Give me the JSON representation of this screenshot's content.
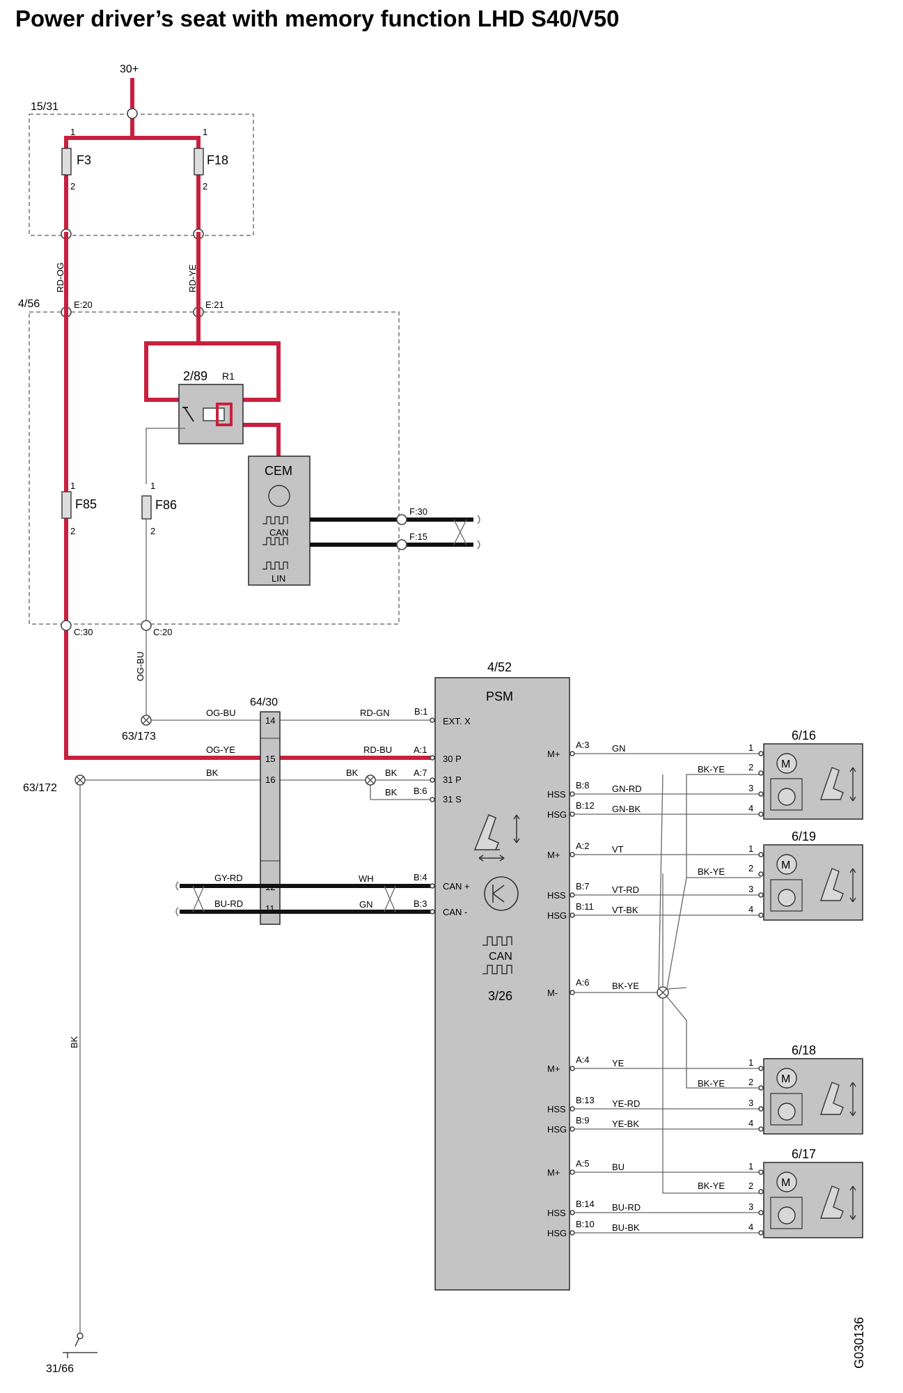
{
  "title": "Power driver’s seat with memory function LHD S40/V50",
  "doc_code": "G030136",
  "supply": "30+",
  "ground_point": "31/66",
  "fusebox": {
    "id": "15/31",
    "fuses": [
      {
        "name": "F3",
        "pin_in": "1",
        "pin_out": "2"
      },
      {
        "name": "F18",
        "pin_in": "1",
        "pin_out": "2"
      }
    ]
  },
  "wires_top": [
    "RD-OG",
    "RD-YE"
  ],
  "rem": {
    "id": "4/56",
    "conn_e20": "E:20",
    "conn_e21": "E:21",
    "relay_id": "2/89",
    "relay_name": "R1",
    "cem_label": "CEM",
    "can_label": "CAN",
    "lin_label": "LIN",
    "f30": "F:30",
    "f15": "F:15",
    "fuses": [
      {
        "name": "F85",
        "pin_in": "1",
        "pin_out": "2"
      },
      {
        "name": "F86",
        "pin_in": "1",
        "pin_out": "2"
      }
    ],
    "conn_c30": "C:30",
    "conn_c20": "C:20"
  },
  "og_bu_vert": "OG-BU",
  "bk_vert": "BK",
  "splice_173": "63/173",
  "splice_172": "63/172",
  "conn_block": {
    "id": "64/30",
    "pins": [
      "14",
      "15",
      "16",
      "12",
      "11"
    ]
  },
  "left_wires": {
    "og_bu": "OG-BU",
    "og_ye": "OG-YE",
    "bk": "BK",
    "gy_rd": "GY-RD",
    "bu_rd": "BU-RD"
  },
  "psm": {
    "id": "4/52",
    "name": "PSM",
    "sub_id": "3/26",
    "can_label": "CAN",
    "inputs": [
      {
        "wire": "RD-GN",
        "pin": "B:1",
        "label": "EXT. X"
      },
      {
        "wire": "RD-BU",
        "pin": "A:1",
        "label": "30 P"
      },
      {
        "wire": "BK",
        "wire2": "BK",
        "pin": "A:7",
        "label": "31 P"
      },
      {
        "wire": "BK",
        "pin": "B:6",
        "label": "31 S"
      },
      {
        "wire": "WH",
        "pin": "B:4",
        "label": "CAN +"
      },
      {
        "wire": "GN",
        "pin": "B:3",
        "label": "CAN -"
      }
    ],
    "m_minus": {
      "pin": "A:6",
      "label": "M-",
      "wire": "BK-YE"
    }
  },
  "bk_ye": "BK-YE",
  "motors": [
    {
      "id": "6/16",
      "m_pin": "A:3",
      "m_wire": "GN",
      "hss_pin": "B:8",
      "hss_wire": "GN-RD",
      "hsg_pin": "B:12",
      "hsg_wire": "GN-BK",
      "m_label": "M+",
      "hss_label": "HSS",
      "hsg_label": "HSG",
      "pins": [
        "1",
        "2",
        "3",
        "4"
      ]
    },
    {
      "id": "6/19",
      "m_pin": "A:2",
      "m_wire": "VT",
      "hss_pin": "B:7",
      "hss_wire": "VT-RD",
      "hsg_pin": "B:11",
      "hsg_wire": "VT-BK",
      "m_label": "M+",
      "hss_label": "HSS",
      "hsg_label": "HSG",
      "pins": [
        "1",
        "2",
        "3",
        "4"
      ]
    },
    {
      "id": "6/18",
      "m_pin": "A:4",
      "m_wire": "YE",
      "hss_pin": "B:13",
      "hss_wire": "YE-RD",
      "hsg_pin": "B:9",
      "hsg_wire": "YE-BK",
      "m_label": "M+",
      "hss_label": "HSS",
      "hsg_label": "HSG",
      "pins": [
        "1",
        "2",
        "3",
        "4"
      ]
    },
    {
      "id": "6/17",
      "m_pin": "A:5",
      "m_wire": "BU",
      "hss_pin": "B:14",
      "hss_wire": "BU-RD",
      "hsg_pin": "B:10",
      "hsg_wire": "BU-BK",
      "m_label": "M+",
      "hss_label": "HSS",
      "hsg_label": "HSG",
      "pins": [
        "1",
        "2",
        "3",
        "4"
      ]
    }
  ],
  "colors": {
    "power": "#c8203e",
    "module": "#c4c4c4",
    "wire": "#666666",
    "bus": "#111111"
  }
}
